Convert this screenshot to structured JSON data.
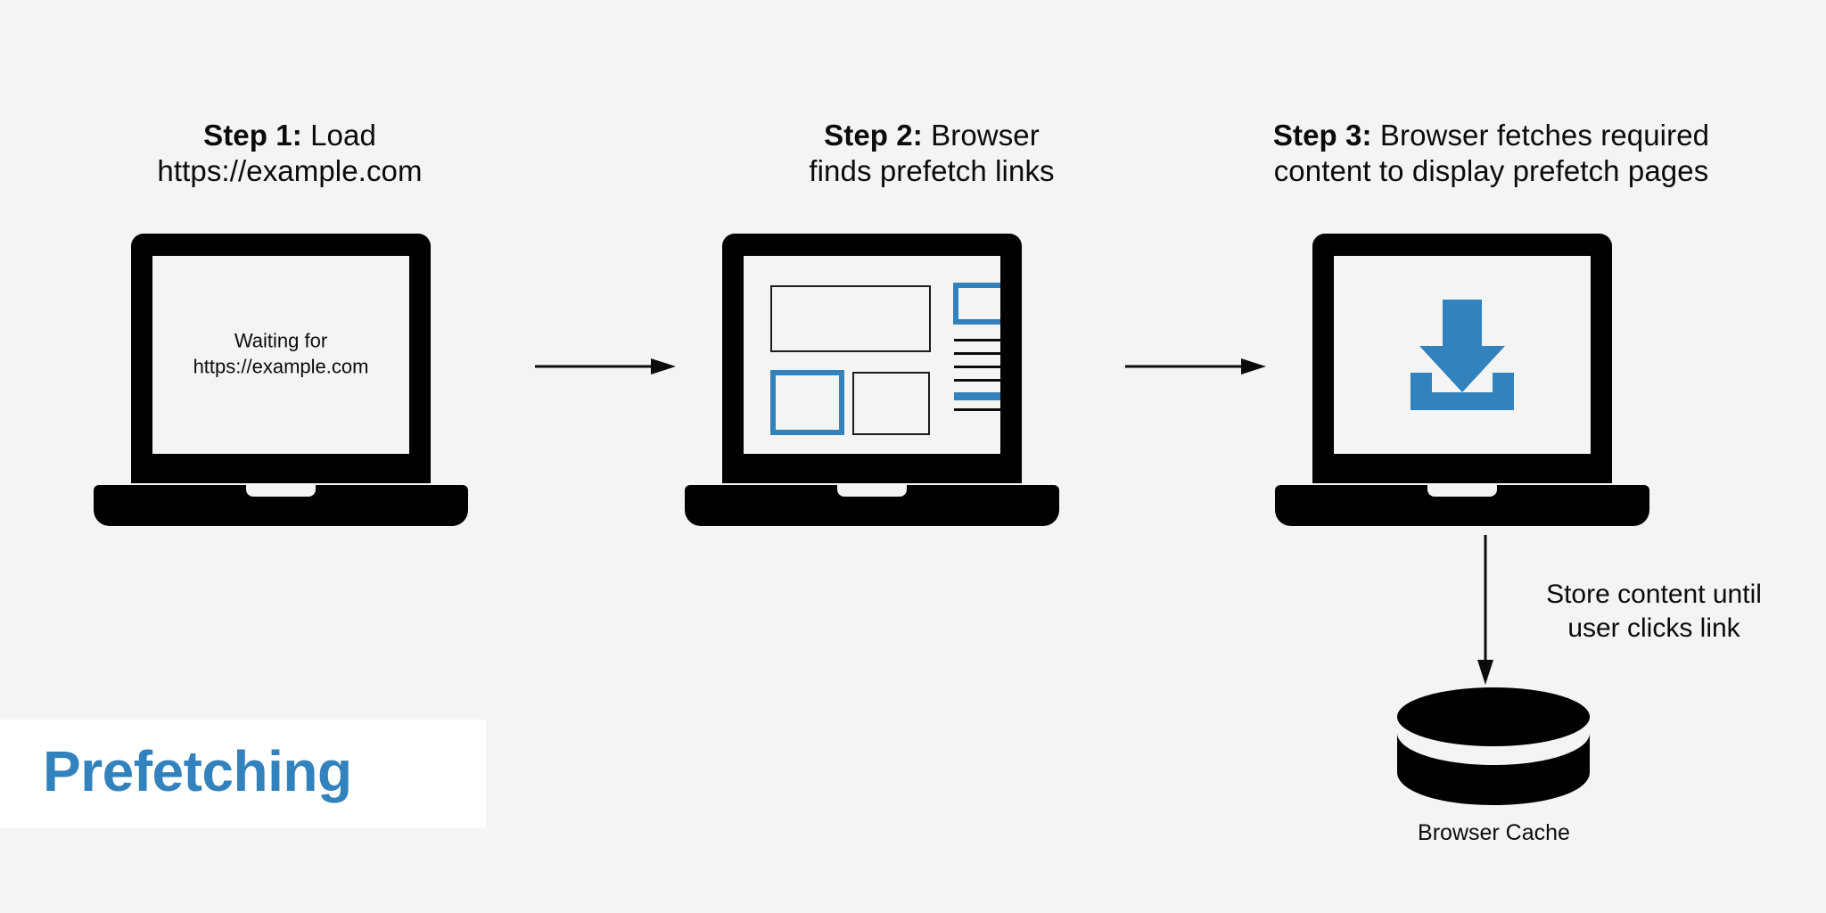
{
  "theme": {
    "background": "#f4f4f3",
    "accent_blue": "#3282bd",
    "ink": "#0b0b0b",
    "band": "#ffffff"
  },
  "title": {
    "text": "Prefetching"
  },
  "steps": [
    {
      "label": "Step 1:",
      "text": " Load",
      "line2": "https://example.com",
      "screen": {
        "type": "text",
        "line1": "Waiting for",
        "line2": "https://example.com"
      }
    },
    {
      "label": "Step 2:",
      "text": " Browser",
      "line2": "finds prefetch links",
      "screen": {
        "type": "wireframe",
        "blocks": [
          {
            "name": "hero-block",
            "style": "black"
          },
          {
            "name": "card-block-left",
            "style": "blue"
          },
          {
            "name": "card-block-right",
            "style": "black"
          },
          {
            "name": "thumbnail-block",
            "style": "blue"
          }
        ],
        "text_lines": [
          {
            "style": "black"
          },
          {
            "style": "black"
          },
          {
            "style": "black"
          },
          {
            "style": "black"
          },
          {
            "style": "blue"
          },
          {
            "style": "black"
          }
        ]
      }
    },
    {
      "label": "Step 3:",
      "text": " Browser fetches required",
      "line2": "content to display prefetch pages",
      "screen": {
        "type": "download-icon",
        "icon": "download-icon"
      }
    }
  ],
  "connectors": {
    "arrow_1_2": "arrow-right-icon",
    "arrow_2_3": "arrow-right-icon",
    "arrow_cache": "arrow-down-icon"
  },
  "store_note": {
    "line1": "Store content until",
    "line2": "user clicks link"
  },
  "cache": {
    "icon": "database-cylinder-icon",
    "label": "Browser Cache"
  }
}
